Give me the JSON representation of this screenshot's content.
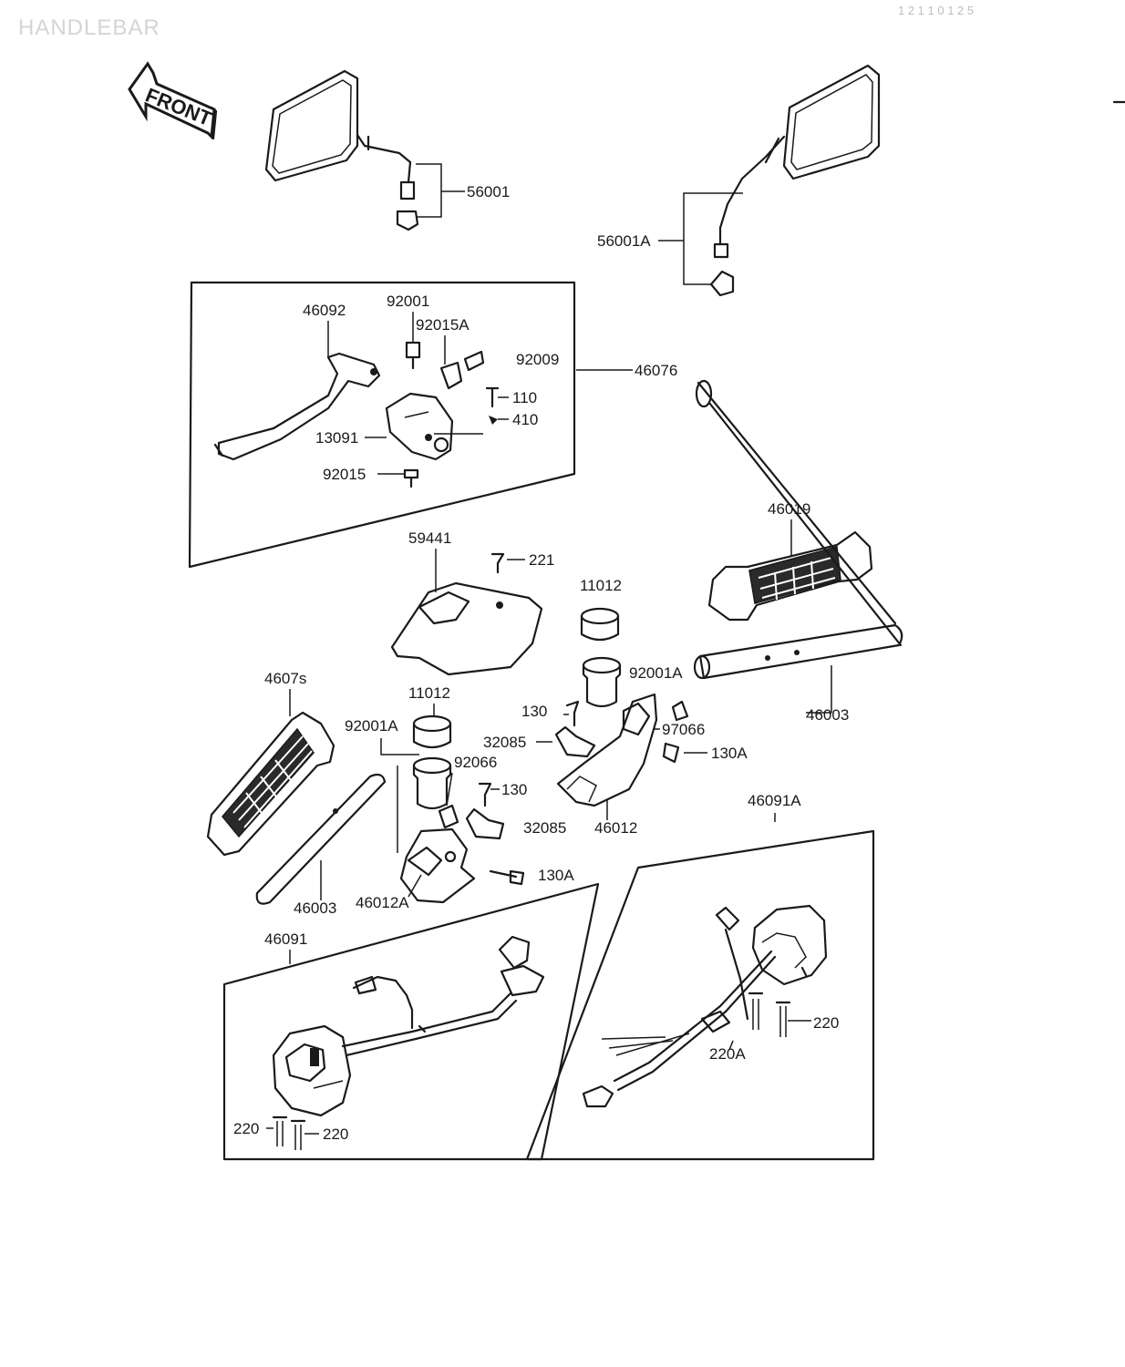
{
  "header": {
    "title": "HANDLEBAR",
    "code": "1 2 1 1 0 1 2 5"
  },
  "front_label": "FRONT",
  "parts": {
    "p56001": "56001",
    "p56001A": "56001A",
    "p46092": "46092",
    "p92001": "92001",
    "p92015A": "92015A",
    "p92009": "92009",
    "p46076": "46076",
    "p110": "110",
    "p410": "410",
    "p13091": "13091",
    "p92015": "92015",
    "p46019": "46019",
    "p59441": "59441",
    "p221": "221",
    "p11012a": "11012",
    "p92001Aa": "92001A",
    "p46003a": "46003",
    "p4607s": "4607s",
    "p11012b": "11012",
    "p130a": "130",
    "p97066": "97066",
    "p92001Ab": "92001A",
    "p32085a": "32085",
    "p92066": "92066",
    "p130Aa": "130A",
    "p130b": "130",
    "p46091A": "46091A",
    "p32085b": "32085",
    "p46012": "46012",
    "p130Ab": "130A",
    "p46003b": "46003",
    "p46012A": "46012A",
    "p46091": "46091",
    "p220a": "220",
    "p220A": "220A",
    "p220b": "220",
    "p220c": "220"
  }
}
